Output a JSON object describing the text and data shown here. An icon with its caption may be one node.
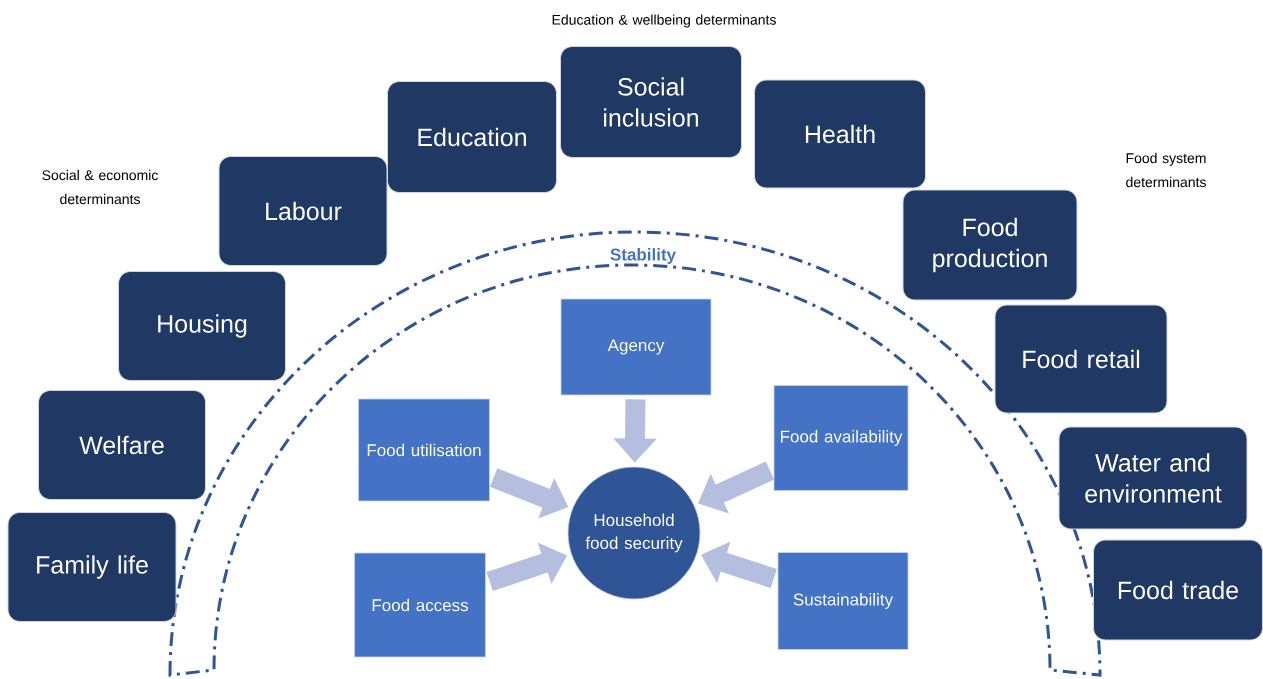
{
  "diagram": {
    "nodes": [
      {
        "text": [
          "Family life"
        ]
      },
      {
        "text": [
          "Welfare"
        ]
      },
      {
        "text": [
          "Housing"
        ]
      },
      {
        "text": [
          "Labour"
        ]
      },
      {
        "text": [
          "Education"
        ]
      },
      {
        "text": [
          "Social inclusion"
        ]
      },
      {
        "text": [
          "Health"
        ]
      },
      {
        "text": [
          "Food production"
        ]
      },
      {
        "text": [
          "Food retail"
        ]
      },
      {
        "text": [
          "Water and environment"
        ]
      },
      {
        "text": [
          "Food trade"
        ]
      },
      {
        "text": [
          "Agency"
        ]
      },
      {
        "text": [
          "Food utilisation"
        ]
      },
      {
        "text": [
          "Food availability"
        ]
      },
      {
        "text": [
          "Household food security"
        ]
      },
      {
        "text": [
          "Food access"
        ]
      },
      {
        "text": [
          "Sustainability"
        ]
      }
    ],
    "edges": [
      {
        "from": 11,
        "to": 14,
        "arrow": "to"
      },
      {
        "from": 12,
        "to": 14,
        "arrow": "to"
      },
      {
        "from": 13,
        "to": 14,
        "arrow": "to"
      },
      {
        "from": 15,
        "to": 14,
        "arrow": "to"
      },
      {
        "from": 16,
        "to": 14,
        "arrow": "to"
      }
    ],
    "labels": [
      "Education & wellbeing determinants",
      "Social & economic determinants",
      "Food system determinants",
      "Stability"
    ]
  }
}
